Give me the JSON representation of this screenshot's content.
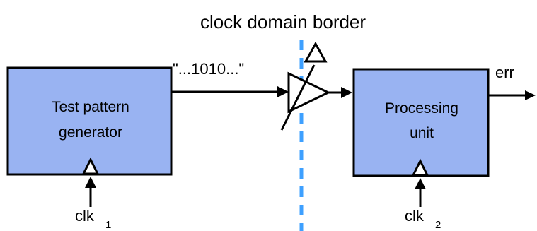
{
  "title": "clock domain border",
  "signal_label": "\"...1010...\"",
  "output_label": "err",
  "blocks": {
    "generator": {
      "line1": "Test pattern",
      "line2": "generator",
      "clock": {
        "name": "clk",
        "subscript": "1"
      }
    },
    "processor": {
      "line1": "Processing",
      "line2": "unit",
      "clock": {
        "name": "clk",
        "subscript": "2"
      }
    }
  },
  "colors": {
    "block_fill": "#99b3f2",
    "border_line": "#3ea0ff",
    "line": "#000000"
  }
}
